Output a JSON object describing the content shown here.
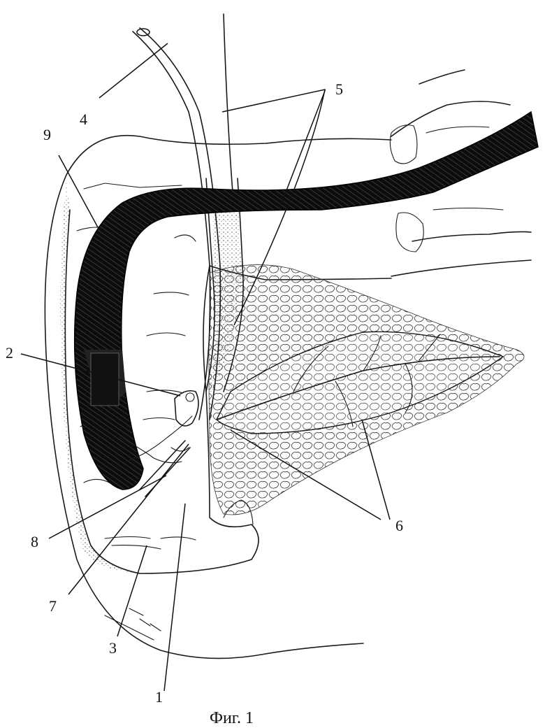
{
  "caption": "Фиг. 1",
  "labels": {
    "l1": "1",
    "l2": "2",
    "l3": "3",
    "l4": "4",
    "l5": "5",
    "l6": "6",
    "l7": "7",
    "l8": "8",
    "l9": "9"
  }
}
